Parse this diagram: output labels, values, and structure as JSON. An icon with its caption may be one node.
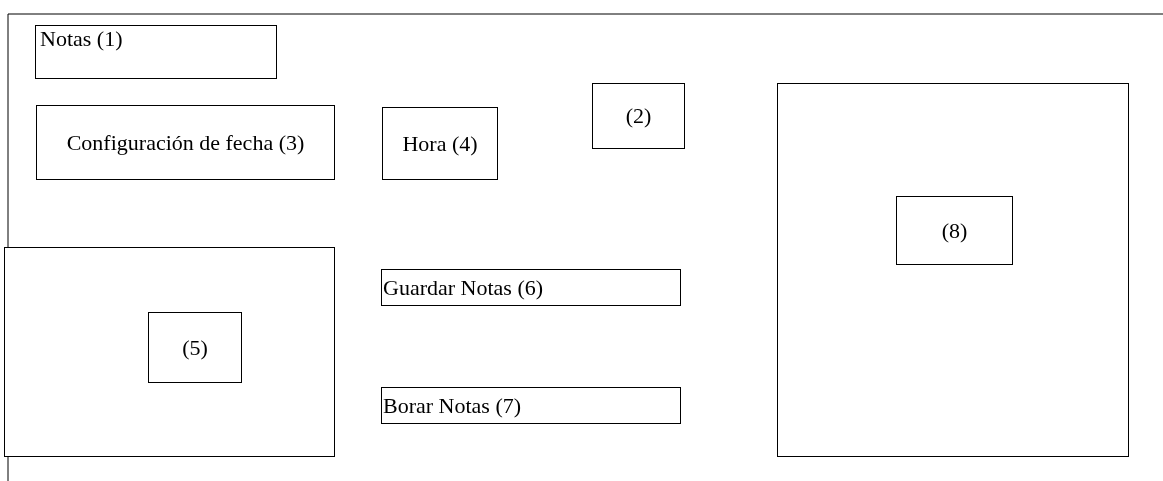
{
  "diagram": {
    "nodes": [
      {
        "text": [
          "Notas (1)"
        ]
      },
      {
        "text": [
          "(2)"
        ]
      },
      {
        "text": [],
        "shape": "box"
      },
      {
        "text": [
          "Configuración de fecha (3)"
        ]
      },
      {
        "text": [
          "Hora (4)"
        ]
      },
      {
        "text": [
          "(8)"
        ],
        "in": 2
      },
      {
        "text": [],
        "shape": "box"
      },
      {
        "text": [
          "Guardar Notas (6)"
        ]
      },
      {
        "text": [
          "(5)"
        ],
        "in": 6
      },
      {
        "text": [
          "Borar Notas (7)"
        ]
      }
    ],
    "edges": []
  }
}
